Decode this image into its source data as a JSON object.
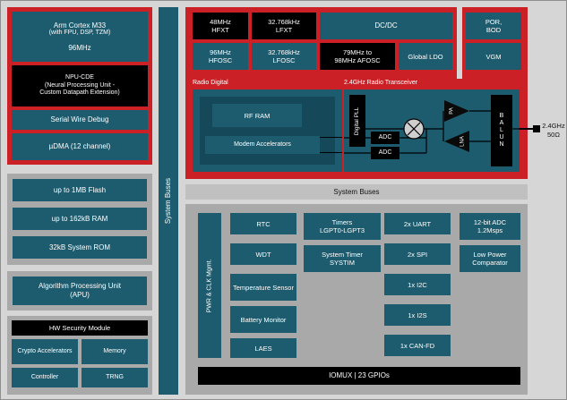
{
  "colors": {
    "background": "#d6d6d6",
    "red": "#cb2026",
    "teal": "#1d5c6e",
    "dark_teal": "#15495a",
    "panel_gray": "#a9a9a9",
    "bus_bar_gray": "#c0c0c0",
    "block_black": "#000000"
  },
  "cpu_section": {
    "cpu_line1": "Arm Cortex M33",
    "cpu_line2": "(with FPU, DSP, TZM)",
    "cpu_freq": "96MHz",
    "npu_line1": "NPU-CDE",
    "npu_line2": "(Neural Processing Unit -",
    "npu_line3": "Custom Datapath Extension)",
    "swd": "Serial Wire Debug",
    "dma": "µDMA (12 channel)"
  },
  "memory": [
    "up to 1MB Flash",
    "up to 162kB RAM",
    "32kB System ROM"
  ],
  "apu_line1": "Algorithm Processing Unit",
  "apu_line2": "(APU)",
  "security": {
    "title": "HW Security Module",
    "crypto": "Crypto Accelerators",
    "memory": "Memory",
    "controller": "Controller",
    "trng": "TRNG"
  },
  "buses": {
    "vertical": "System Buses",
    "horizontal": "System Buses"
  },
  "clocks_power": {
    "hfxt_l1": "48MHz",
    "hfxt_l2": "HFXT",
    "lfxt_l1": "32.768kHz",
    "lfxt_l2": "LFXT",
    "dcdc": "DC/DC",
    "por_l1": "POR,",
    "por_l2": "BOD",
    "hfosc_l1": "96MHz",
    "hfosc_l2": "HFOSC",
    "lfosc_l1": "32.768kHz",
    "lfosc_l2": "LFOSC",
    "afosc_l1": "79MHz to",
    "afosc_l2": "98MHz AFOSC",
    "global_ldo": "Global LDO",
    "vgm": "VGM"
  },
  "radio_digital": {
    "title": "Radio Digital",
    "rf_ram": "RF RAM",
    "modem": "Modem Accelerators"
  },
  "transceiver": {
    "title": "2.4GHz Radio Transceiver",
    "digital_pll": "Digital PLL",
    "adc1": "ADC",
    "adc2": "ADC",
    "pa": "PA",
    "lna": "LNA",
    "balun": "BALUN"
  },
  "rf_output": {
    "line1": "2.4GHz",
    "line2": "50Ω"
  },
  "peripherals": {
    "pwr_clk": "PWR & CLK Mgmt.",
    "col1": [
      "RTC",
      "WDT",
      "Temperature Sensor",
      "Battery Monitor",
      "LAES"
    ],
    "timers_l1": "Timers",
    "timers_l2": "LGPT0-LGPT3",
    "systim_l1": "System Timer",
    "systim_l2": "SYSTIM",
    "col3": [
      "2x UART",
      "2x SPI",
      "1x I2C",
      "1x I2S",
      "1x CAN-FD"
    ],
    "adc_l1": "12-bit ADC",
    "adc_l2": "1.2Msps",
    "comp_l1": "Low Power",
    "comp_l2": "Comparator",
    "iomux": "IOMUX | 23 GPIOs"
  }
}
